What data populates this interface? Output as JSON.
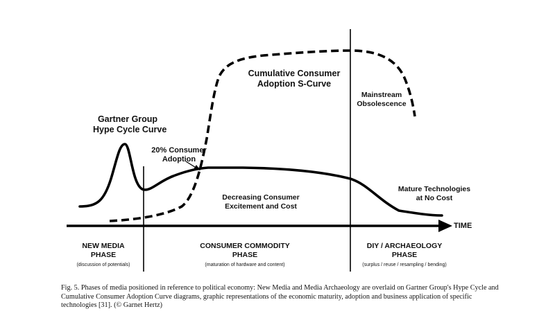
{
  "curve_labels": {
    "gartner": [
      "Gartner Group",
      "Hype Cycle Curve"
    ],
    "adoption_scurve": [
      "Cumulative Consumer",
      "Adoption S-Curve"
    ],
    "adoption20": [
      "20% Consumer",
      "Adoption"
    ],
    "obsolescence": [
      "Mainstream",
      "Obsolescence"
    ],
    "decreasing": [
      "Decreasing Consumer",
      "Excitement and Cost"
    ],
    "mature": [
      "Mature Technologies",
      "at No Cost"
    ]
  },
  "axis": {
    "time_label": "TIME"
  },
  "phases": [
    {
      "title": [
        "NEW MEDIA",
        "PHASE"
      ],
      "note": "(discussion of potentials)"
    },
    {
      "title": [
        "CONSUMER COMMODITY",
        "PHASE"
      ],
      "note": "(maturation of hardware and content)"
    },
    {
      "title": [
        "DIY / ARCHAEOLOGY",
        "PHASE"
      ],
      "note": "(surplus / reuse / resampling / bending)"
    }
  ],
  "caption": "Fig. 5. Phases of media positioned in reference to political economy: New Media and Media Archaeology are overlaid on Gartner Group's Hype Cycle and Cumulative Consumer Adoption Curve diagrams, graphic representations of the economic maturity, adoption and business application of specific technologies [31]. (© Garnet Hertz)"
}
